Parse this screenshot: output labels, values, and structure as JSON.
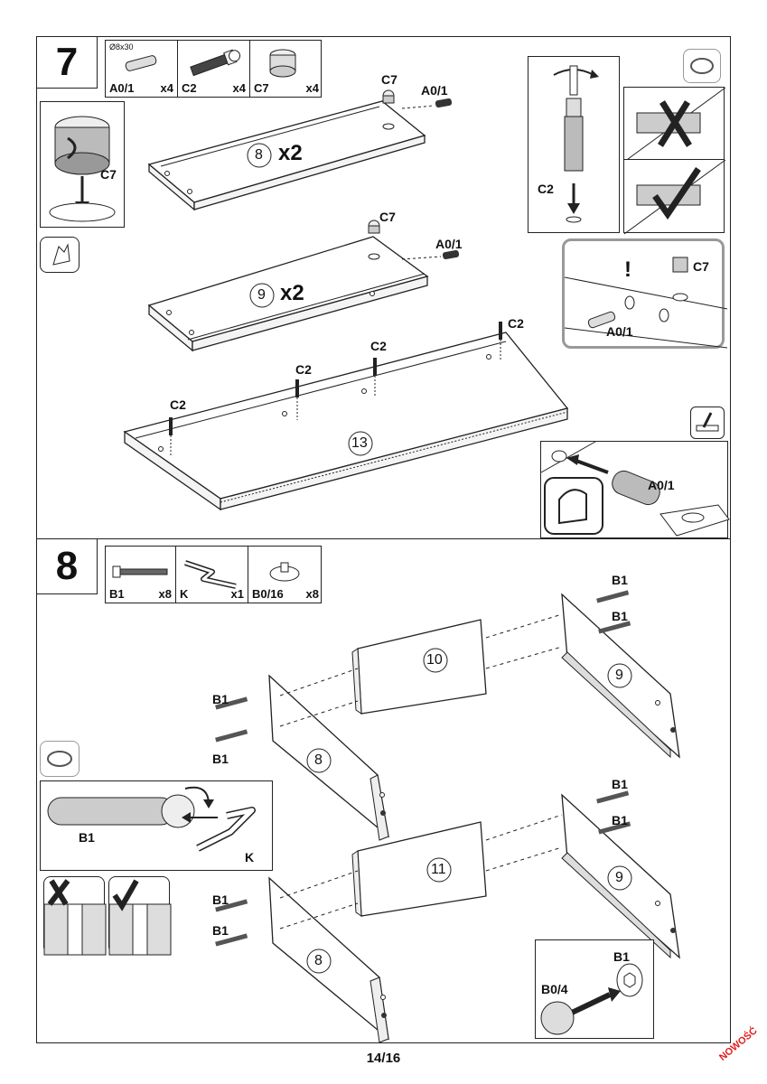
{
  "step7": {
    "number": "7",
    "parts": [
      {
        "size": "Ø8x30",
        "label": "A0/1",
        "qty": "x4"
      },
      {
        "label": "C2",
        "qty": "x4"
      },
      {
        "label": "C7",
        "qty": "x4"
      }
    ],
    "labels": {
      "c7": "C7",
      "a01": "A0/1",
      "c2": "C2",
      "panel8": "8",
      "panel9": "9",
      "panel13": "13",
      "x2": "x2",
      "warning": "!"
    }
  },
  "step8": {
    "number": "8",
    "parts": [
      {
        "label": "B1",
        "qty": "x8"
      },
      {
        "label": "K",
        "qty": "x1"
      },
      {
        "label": "B0/16",
        "qty": "x8"
      }
    ],
    "labels": {
      "b1": "B1",
      "k": "K",
      "b04": "B0/4",
      "panel8": "8",
      "panel9": "9",
      "panel10": "10",
      "panel11": "11"
    }
  },
  "footer": {
    "page": "14/16"
  },
  "stamp": "NOWOŚĆ"
}
